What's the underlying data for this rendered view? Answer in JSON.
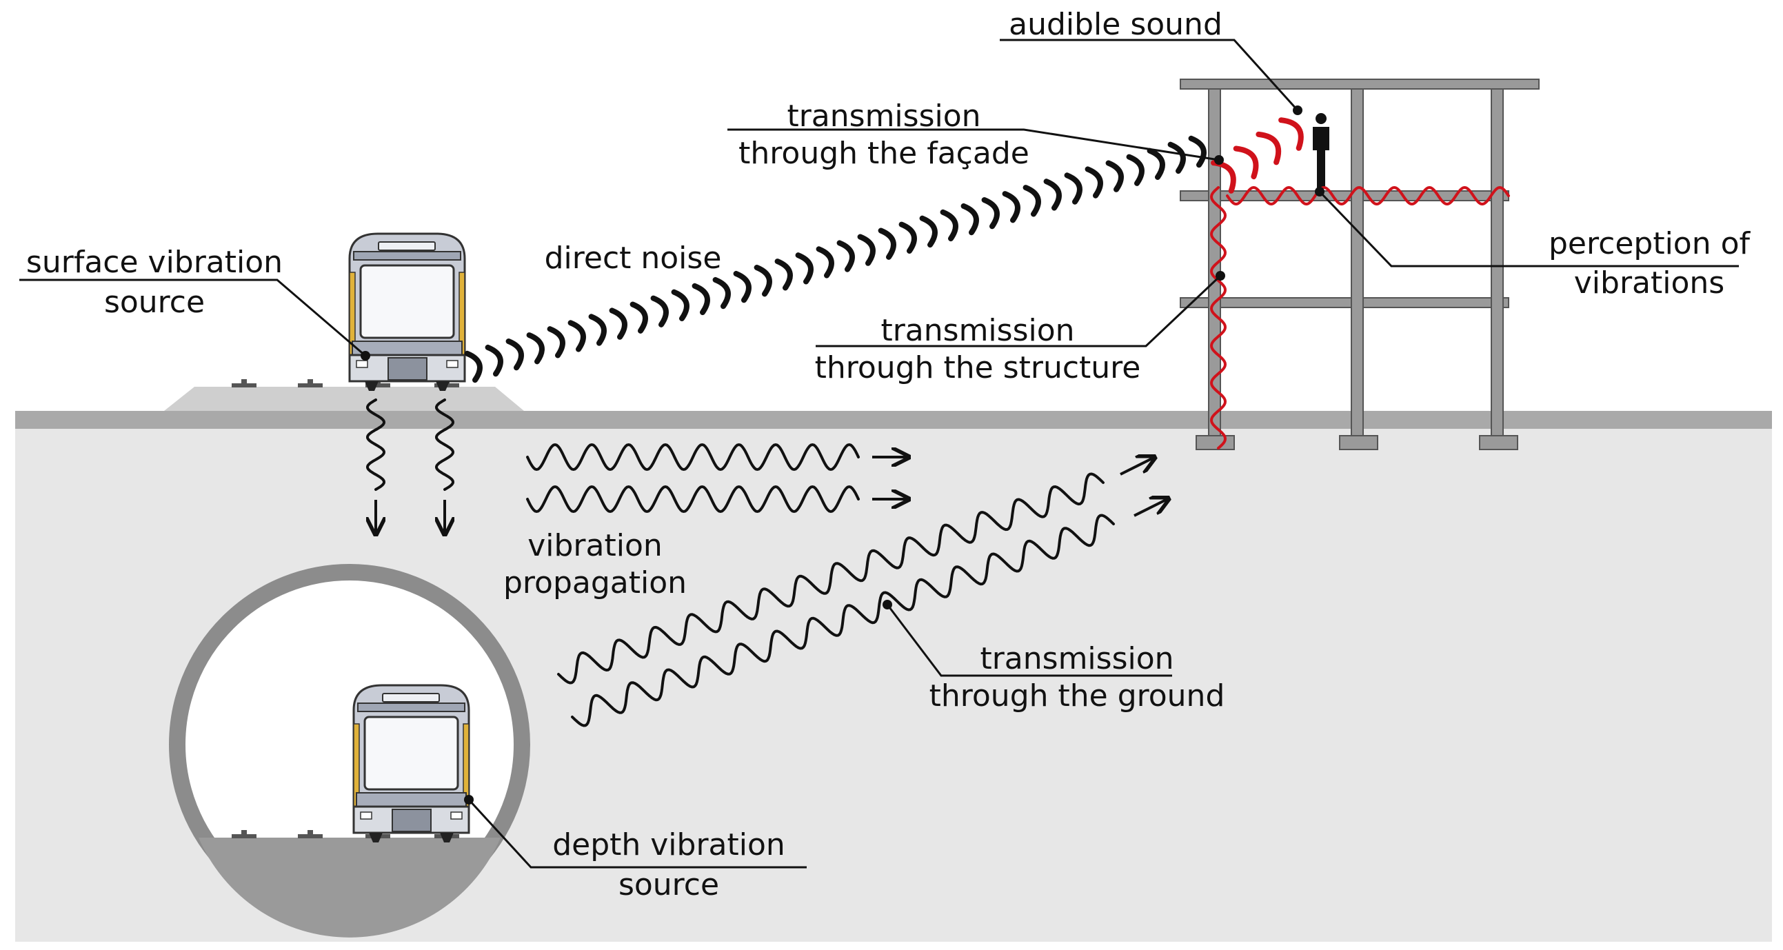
{
  "labels": {
    "audible_sound": "audible sound",
    "facade_1": "transmission",
    "facade_2": "through the façade",
    "surface_1": "surface vibration",
    "surface_2": "source",
    "direct_noise": "direct noise",
    "perception_1": "perception of",
    "perception_2": "vibrations",
    "structure_1": "transmission",
    "structure_2": "through the structure",
    "propagation_1": "vibration",
    "propagation_2": "propagation",
    "ground_1": "transmission",
    "ground_2": "through the ground",
    "depth_1": "depth vibration",
    "depth_2": "source"
  },
  "colors": {
    "ground": "#e7e7e7",
    "ground_surface": "#a9a9a9",
    "building": "#9a9a9a",
    "tunnel_ring": "#8c8c8c",
    "wave_black": "#111111",
    "wave_red": "#d0121b",
    "train_body": "#c8ccd6",
    "train_accent": "#e0b23a"
  }
}
